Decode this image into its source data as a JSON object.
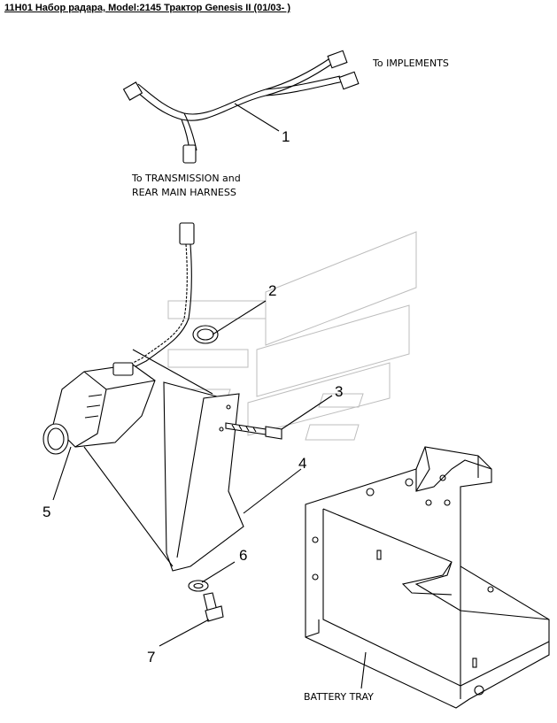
{
  "title": "11H01 Набор радара, Model:2145 Трактор Genesis II (01/03- )",
  "labels": {
    "implements": "To IMPLEMENTS",
    "transmission_line1": "To TRANSMISSION and",
    "transmission_line2": "REAR MAIN HARNESS",
    "battery_tray": "BATTERY TRAY"
  },
  "callouts": [
    "1",
    "2",
    "3",
    "4",
    "5",
    "6",
    "7"
  ],
  "colors": {
    "line": "#000000",
    "watermark": "#bdbdbd",
    "background": "#ffffff"
  }
}
